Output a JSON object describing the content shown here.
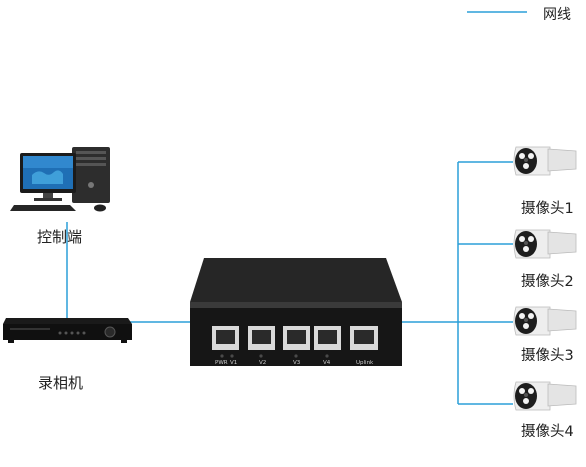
{
  "legend": {
    "label": "网线",
    "color": "#2b9fd8"
  },
  "devices": {
    "control": {
      "label": "控制端",
      "icon": "desktop-computer-icon"
    },
    "recorder": {
      "label": "录相机",
      "icon": "nvr-recorder-icon"
    },
    "switch": {
      "icon": "network-switch-icon",
      "port_labels": [
        "PWR",
        "V1",
        "V2",
        "V3",
        "V4",
        "Uplink"
      ]
    }
  },
  "cameras": [
    {
      "label": "摄像头1",
      "icon": "bullet-camera-icon"
    },
    {
      "label": "摄像头2",
      "icon": "bullet-camera-icon"
    },
    {
      "label": "摄像头3",
      "icon": "bullet-camera-icon"
    },
    {
      "label": "摄像头4",
      "icon": "bullet-camera-icon"
    }
  ]
}
